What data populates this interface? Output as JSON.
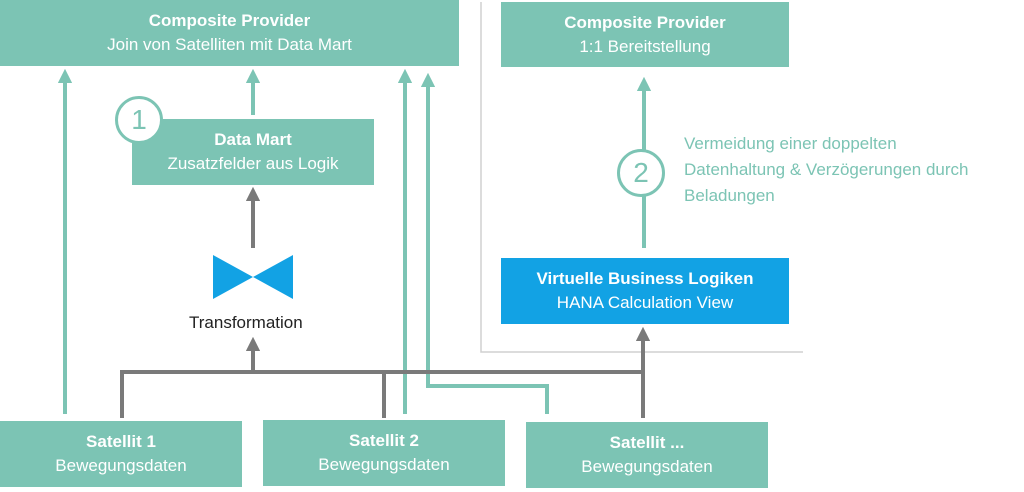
{
  "left_provider": {
    "title": "Composite Provider",
    "subtitle": "Join von Satelliten mit Data Mart"
  },
  "right_provider": {
    "title": "Composite Provider",
    "subtitle": "1:1 Bereitstellung"
  },
  "data_mart": {
    "title": "Data Mart",
    "subtitle": "Zusatzfelder aus Logik"
  },
  "transformation": {
    "label": "Transformation",
    "icon": "bowtie-icon"
  },
  "virtual_logic": {
    "title": "Virtuelle Business Logiken",
    "subtitle": "HANA Calculation View"
  },
  "badges": {
    "one": "1",
    "two": "2"
  },
  "note_lines": [
    "Vermeidung einer doppelten",
    "Datenhaltung & Verzögerungen durch",
    "Beladungen"
  ],
  "satellites": [
    {
      "title": "Satellit 1",
      "subtitle": "Bewegungsdaten"
    },
    {
      "title": "Satellit 2",
      "subtitle": "Bewegungsdaten"
    },
    {
      "title": "Satellit ...",
      "subtitle": "Bewegungsdaten"
    }
  ],
  "colors": {
    "teal": "#7cc4b4",
    "blue": "#12a2e4",
    "gray": "#7a7a7a",
    "divider": "#d0d0d0"
  }
}
